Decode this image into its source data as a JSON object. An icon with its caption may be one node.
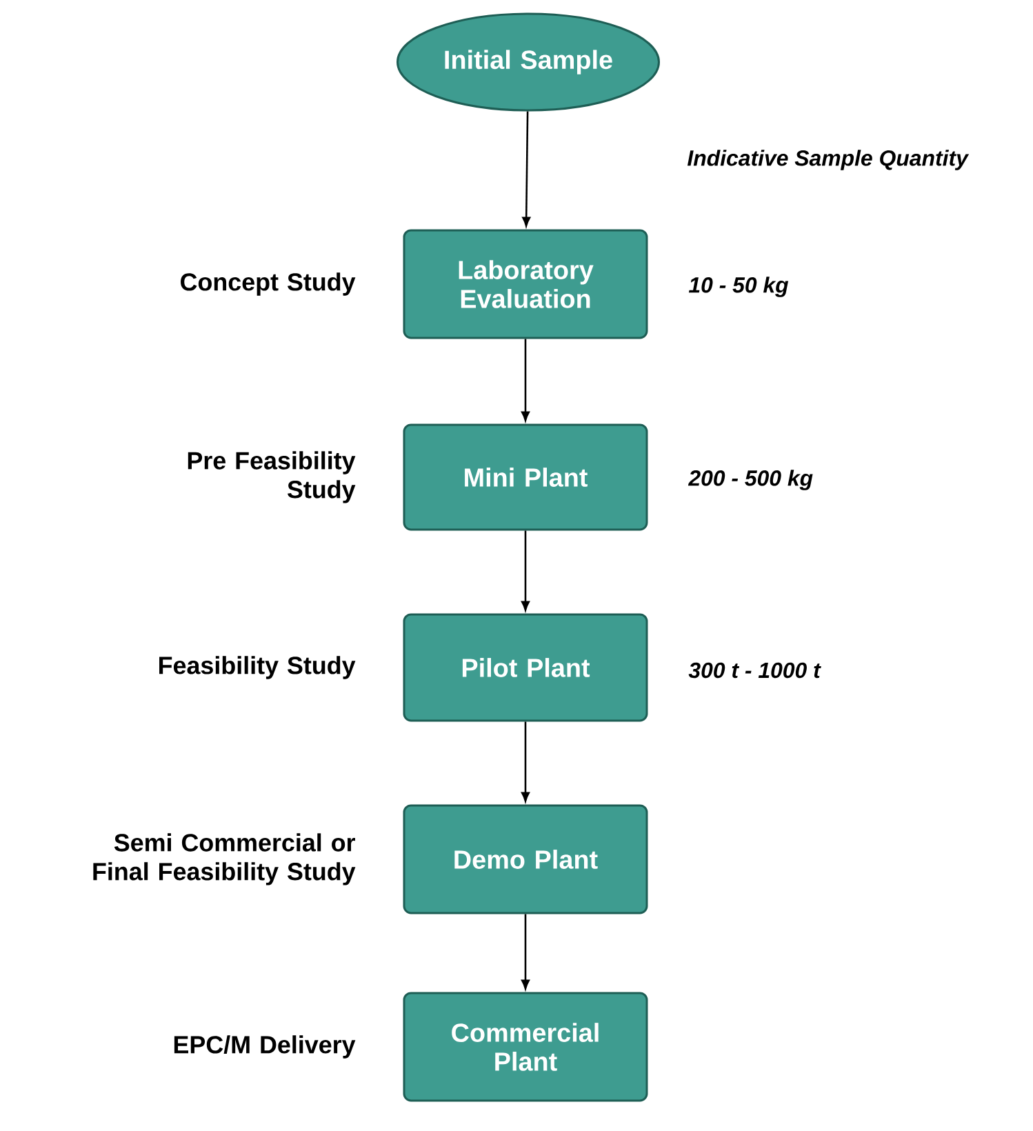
{
  "diagram": {
    "nodes": [
      {
        "text": [
          "Initial Sample"
        ]
      },
      {
        "text": [
          "Laboratory Evaluation"
        ],
        "beside": [
          "Concept Study",
          "10 - 50 kg"
        ]
      },
      {
        "text": [
          "Mini Plant"
        ],
        "beside": [
          "Pre Feasibility Study",
          "200 - 500 kg"
        ]
      },
      {
        "text": [
          "Pilot Plant"
        ],
        "beside": [
          "Feasibility Study",
          "300 t - 1000 t"
        ]
      },
      {
        "text": [
          "Demo Plant"
        ],
        "beside": [
          "Semi Commercial or Final Feasibility Study"
        ]
      },
      {
        "text": [
          "Commercial Plant"
        ],
        "beside": [
          "EPC/M Delivery"
        ]
      }
    ],
    "edges": [
      {
        "from": 0,
        "to": 1,
        "arrow": "to"
      },
      {
        "from": 1,
        "to": 2,
        "arrow": "to"
      },
      {
        "from": 2,
        "to": 3,
        "arrow": "to"
      },
      {
        "from": 3,
        "to": 4,
        "arrow": "to"
      },
      {
        "from": 4,
        "to": 5,
        "arrow": "to"
      }
    ],
    "labels": [
      "Indicative Sample Quantity"
    ]
  }
}
